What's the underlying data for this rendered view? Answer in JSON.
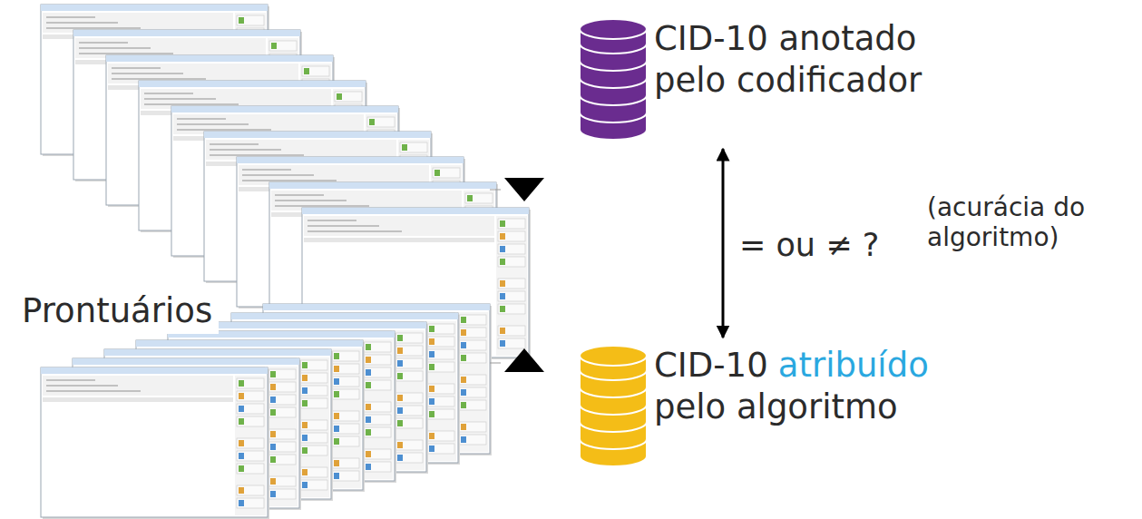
{
  "diagram": {
    "nodes": [
      {
        "text": [
          "Prontuários"
        ]
      },
      {
        "text": [
          "CID-10 anotado pelo codificador"
        ]
      },
      {
        "text": [
          "CID-10",
          "atribuído",
          "pelo algoritmo"
        ]
      }
    ],
    "edges": [
      {
        "from": 1,
        "to": 2,
        "label": "= ou ≠ ?",
        "arrow": "both"
      }
    ],
    "labels": [
      "(acurácia do algoritmo)"
    ]
  }
}
